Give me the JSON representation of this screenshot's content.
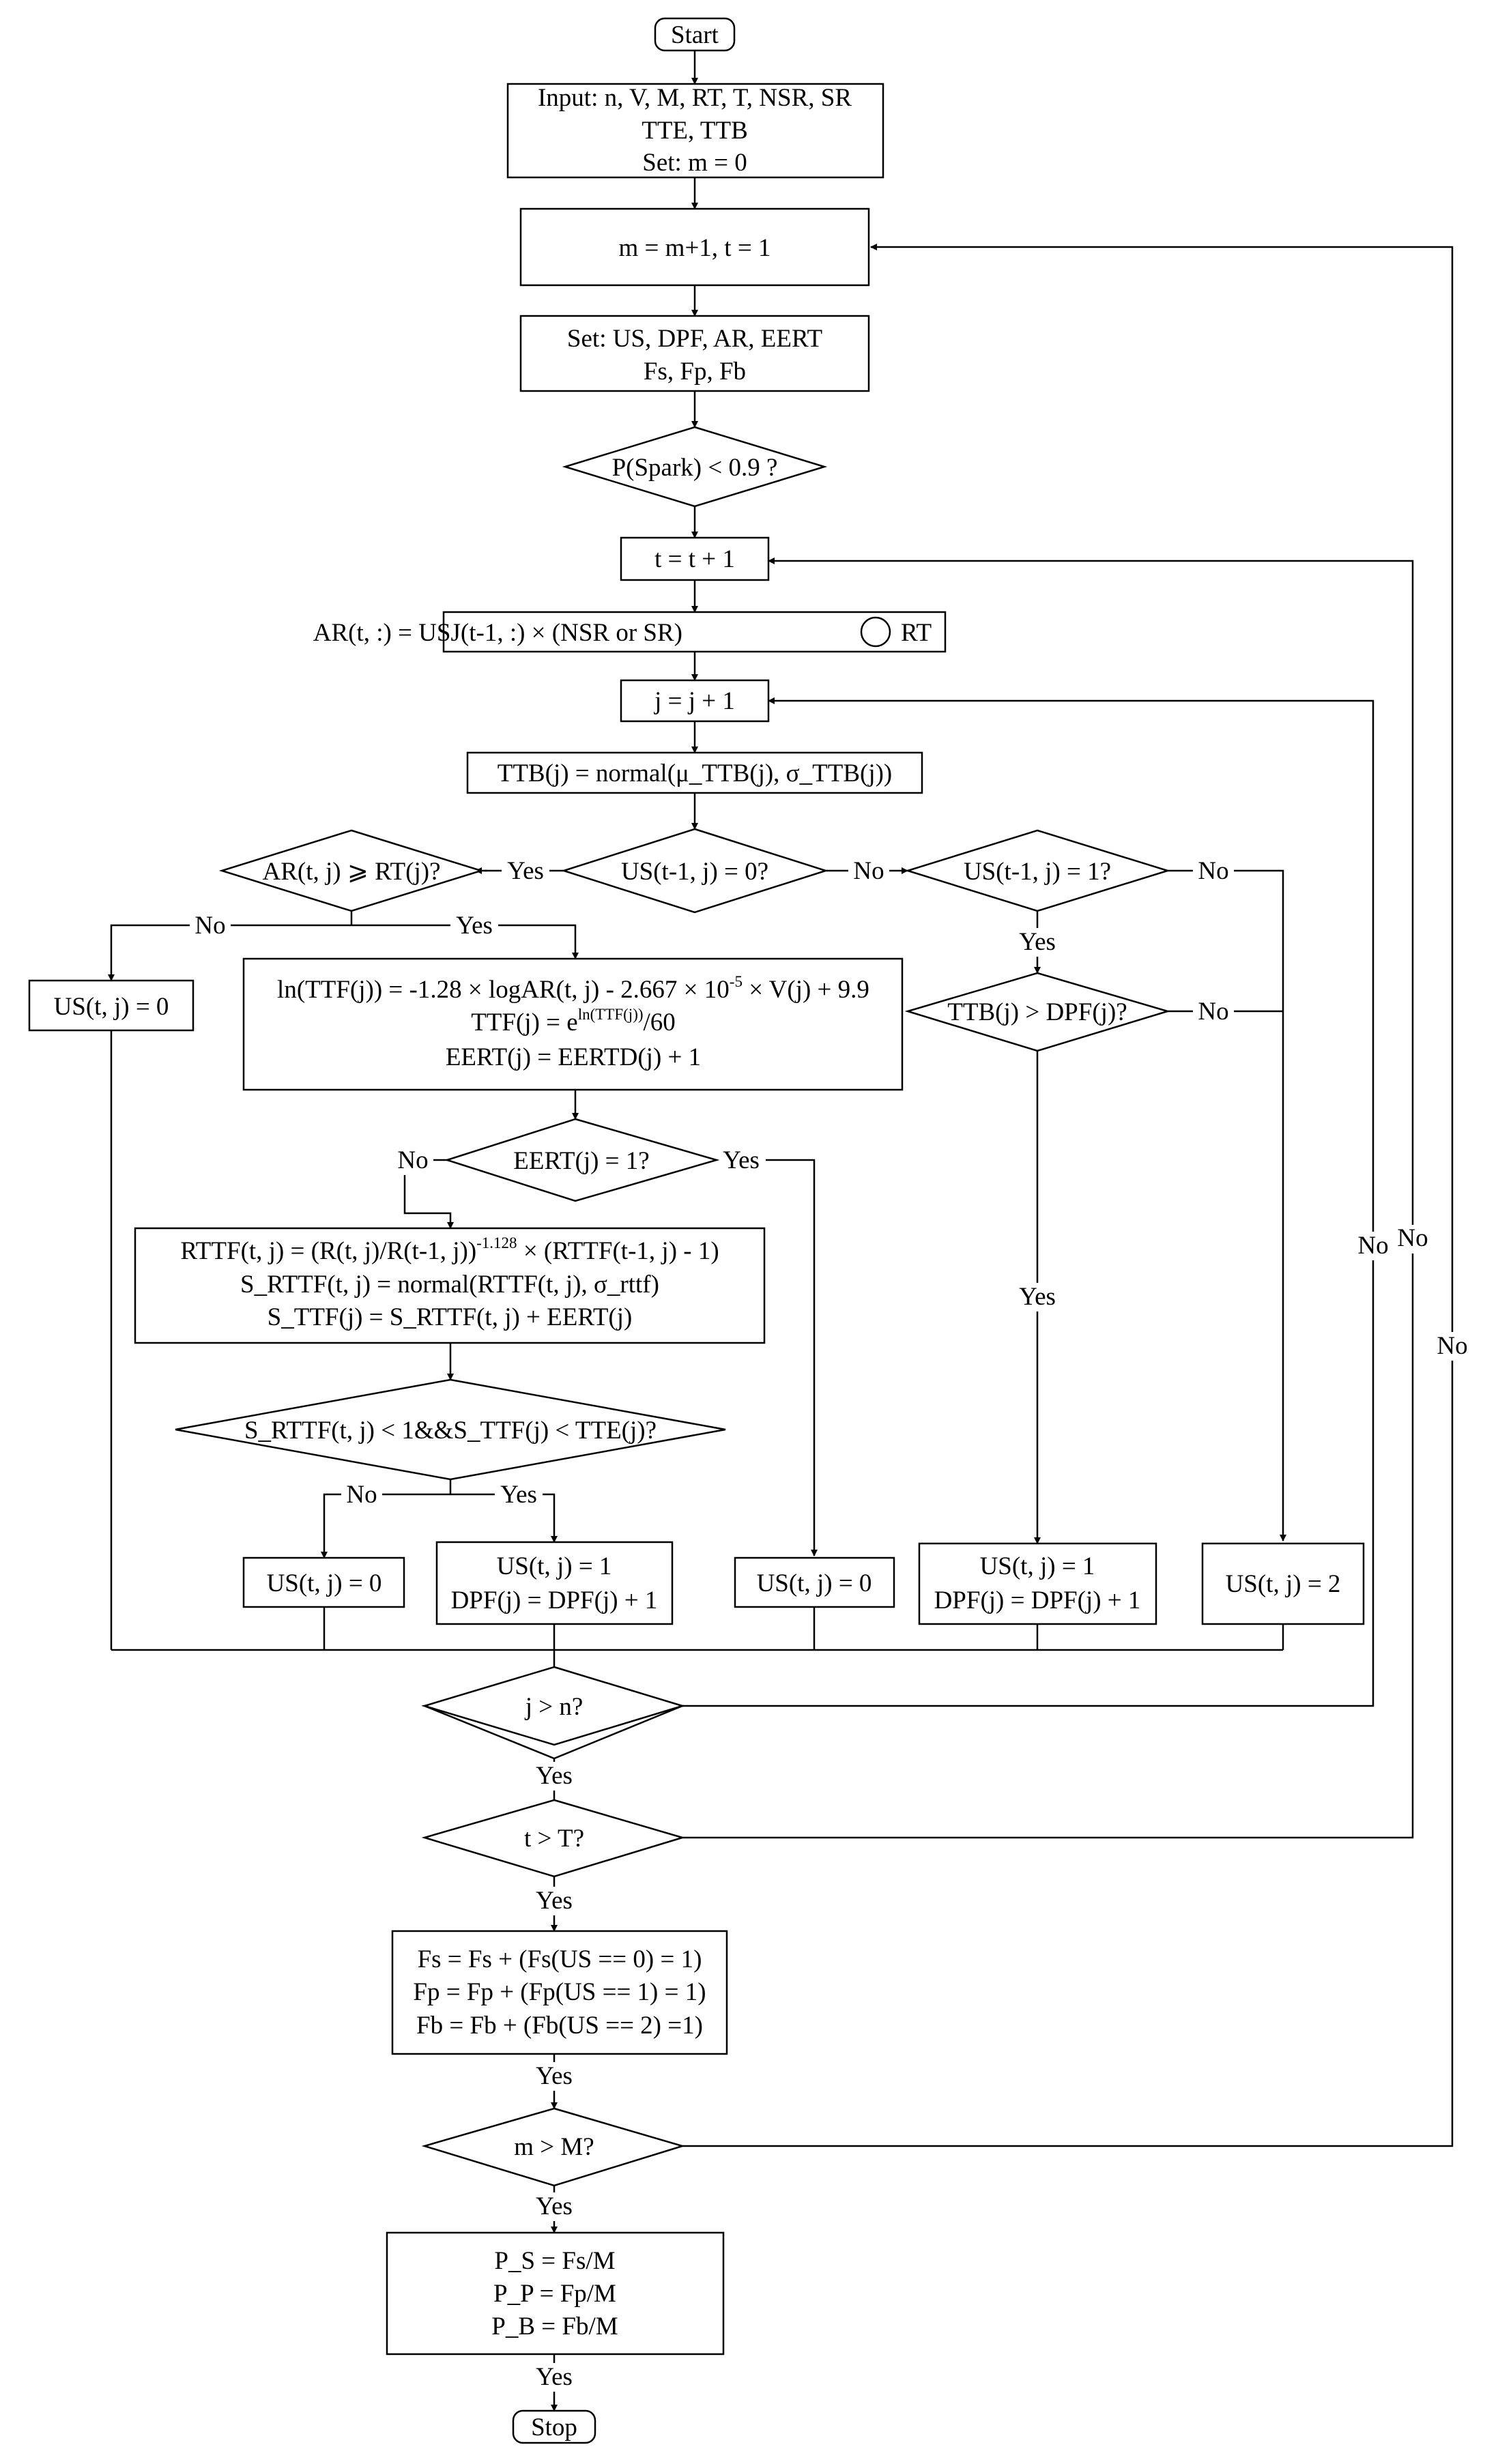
{
  "nodes": {
    "start": "Start",
    "input": [
      "Input: n, V, M, RT, T, NSR, SR",
      "TTE, TTB",
      "Set: m = 0"
    ],
    "m_inc": "m = m+1, t = 1",
    "set_vars": [
      "Set: US, DPF, AR, EERT",
      "Fs, Fp, Fb"
    ],
    "spark": "P(Spark) < 0.9 ?",
    "t_inc": "t = t + 1",
    "ar_calc": "AR(t, :) = USJ(t-1, :) × (NSR or SR)",
    "ar_rt": "RT",
    "j_inc": "j = j + 1",
    "ttb": "TTB(j) = normal(μ_TTB(j), σ_TTB(j))",
    "ar_rt_check": "AR(t, j) ⩾ RT(j)?",
    "us_prev0": "US(t-1, j) = 0?",
    "us_prev1": "US(t-1, j) = 1?",
    "us_zero_left": "US(t, j) = 0",
    "ttf": {
      "line1": "ln(TTF(j)) = -1.28 × logAR(t, j) - 2.667 × 10",
      "line1_sup": "-5",
      "line1_end": " × V(j) + 9.9",
      "line2": "TTF(j) = e",
      "line2_sup": "ln(TTF(j))",
      "line2_end": "/60",
      "line3": "EERT(j) = EERTD(j) + 1"
    },
    "ttb_dpf": "TTB(j) > DPF(j)?",
    "eert_check": "EERT(j) = 1?",
    "rttf": {
      "line1": "RTTF(t, j) = (R(t, j)/R(t-1, j))",
      "line1_sup": "-1.128",
      "line1_end": " × (RTTF(t-1, j) - 1)",
      "line2": "S_RTTF(t, j) = normal(RTTF(t, j), σ_rttf)",
      "line3": "S_TTF(j) = S_RTTF(t, j) + EERT(j)"
    },
    "srttf_check": "S_RTTF(t, j) < 1&&S_TTF(j) < TTE(j)?",
    "us0_a": "US(t, j) = 0",
    "us1_a": [
      "US(t, j) = 1",
      "DPF(j) = DPF(j) + 1"
    ],
    "us0_b": "US(t, j) = 0",
    "us1_b": [
      "US(t, j) = 1",
      "DPF(j) = DPF(j) + 1"
    ],
    "us2": "US(t, j) = 2",
    "j_check": "j > n?",
    "t_check": "t > T?",
    "fsum": [
      "Fs = Fs + (Fs(US == 0) = 1)",
      "Fp = Fp + (Fp(US == 1) = 1)",
      "Fb = Fb + (Fb(US == 2) =1)"
    ],
    "m_check": "m > M?",
    "prob": [
      "P_S = Fs/M",
      "P_P = Fp/M",
      "P_B = Fb/M"
    ],
    "stop": "Stop"
  },
  "labels": {
    "yes": "Yes",
    "no": "No"
  }
}
